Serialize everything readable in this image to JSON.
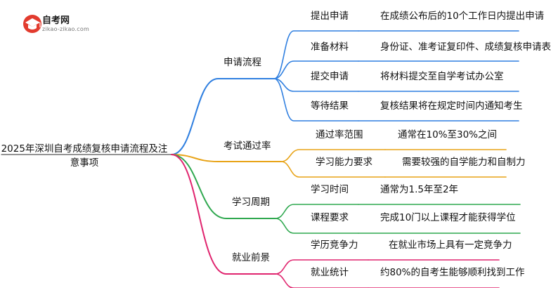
{
  "logo": {
    "name": "自考网",
    "url": "zikao-zikao.com"
  },
  "root": "2025年深圳自考成绩复核申请流程及注意事项",
  "branches": [
    {
      "label": "申请流程",
      "color": "#2f7fe0",
      "items": [
        {
          "label": "提出申请",
          "detail": "在成绩公布后的10个工作日内提出申请"
        },
        {
          "label": "准备材料",
          "detail": "身份证、准考证复印件、成绩复核申请表"
        },
        {
          "label": "提交申请",
          "detail": "将材料提交至自学考试办公室"
        },
        {
          "label": "等待结果",
          "detail": "复核结果将在规定时间内通知考生"
        }
      ]
    },
    {
      "label": "考试通过率",
      "color": "#e8a317",
      "items": [
        {
          "label": "通过率范围",
          "detail": "通常在10%至30%之间"
        },
        {
          "label": "学习能力要求",
          "detail": "需要较强的自学能力和自制力"
        }
      ]
    },
    {
      "label": "学习周期",
      "color": "#2fa84f",
      "items": [
        {
          "label": "学习时间",
          "detail": "通常为1.5年至2年"
        },
        {
          "label": "课程要求",
          "detail": "完成10门以上课程才能获得学位"
        }
      ]
    },
    {
      "label": "就业前景",
      "color": "#e0246e",
      "items": [
        {
          "label": "学历竞争力",
          "detail": "在就业市场上具有一定竞争力"
        },
        {
          "label": "就业统计",
          "detail": "约80%的自考生能够顺利找到工作"
        }
      ]
    }
  ]
}
